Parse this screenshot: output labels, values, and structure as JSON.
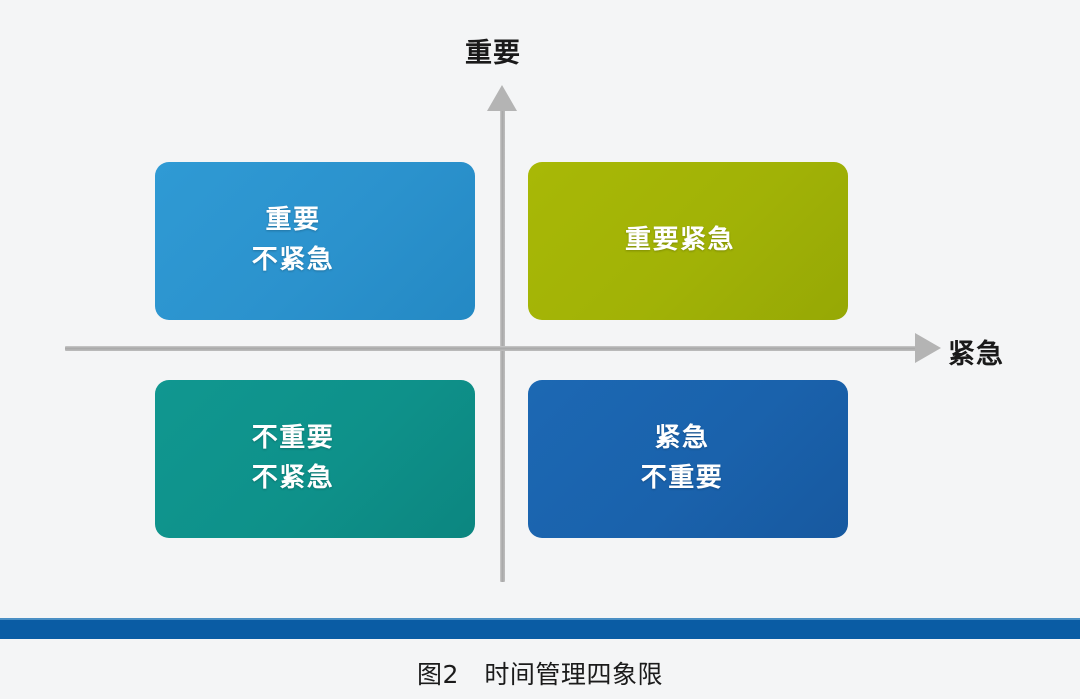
{
  "background_color": "#f4f5f6",
  "axes": {
    "vertical_label": "重要",
    "horizontal_label": "紧急",
    "line_color": "#a8a8a8",
    "arrow_color": "#b4b4b4"
  },
  "quadrants": [
    {
      "id": "important-not-urgent",
      "position": "top-left",
      "label": "重要\n不紧急",
      "color": "#2b92cd",
      "shadow_color": "#1a6b9a",
      "text_color": "#ffffff"
    },
    {
      "id": "important-urgent",
      "position": "top-right",
      "label": "重要紧急",
      "color": "#a1b206",
      "shadow_color": "#6f7d04",
      "text_color": "#ffffff"
    },
    {
      "id": "not-important-not-urgent",
      "position": "bottom-left",
      "label": "不重要\n不紧急",
      "color": "#0e918a",
      "shadow_color": "#08645f",
      "text_color": "#ffffff"
    },
    {
      "id": "urgent-not-important",
      "position": "bottom-right",
      "label": "紧急\n不重要",
      "color": "#1a62ac",
      "shadow_color": "#103f72",
      "text_color": "#ffffff"
    }
  ],
  "divider": {
    "color": "#0a5ca4",
    "highlight_color": "#4a8fc4"
  },
  "caption": {
    "text": "图2　时间管理四象限",
    "figure_number": "图2",
    "title": "时间管理四象限"
  }
}
